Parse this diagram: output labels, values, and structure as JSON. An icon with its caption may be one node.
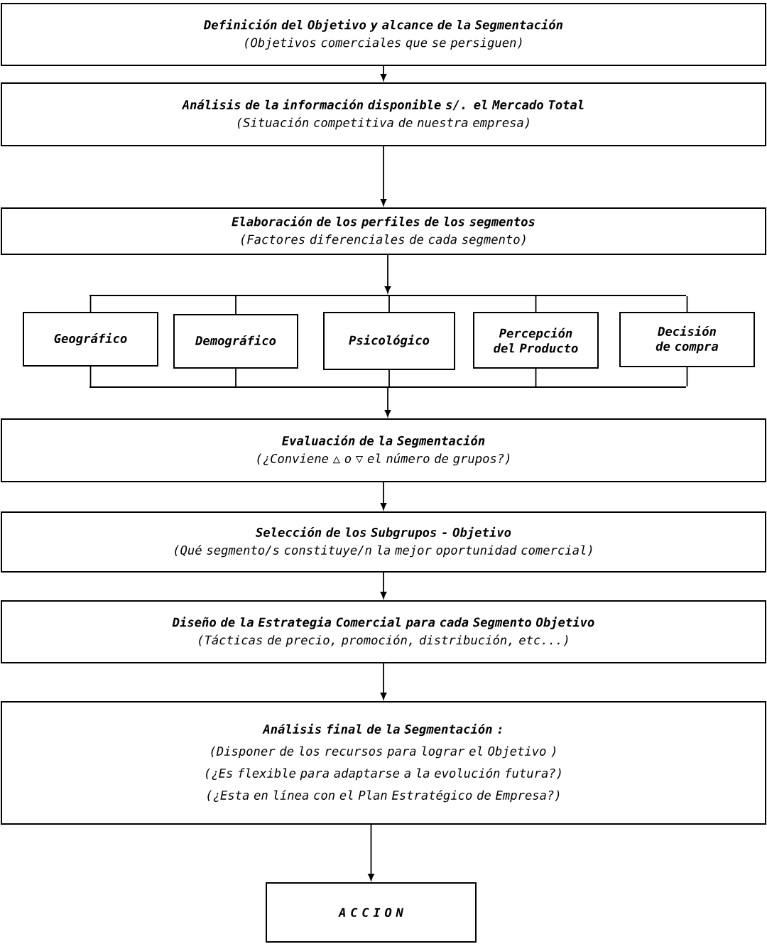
{
  "diagram": {
    "nodes": [
      {
        "text": [
          "Definición del Objetivo y alcance de la Segmentación",
          "(Objetivos comerciales que se persiguen)"
        ]
      },
      {
        "text": [
          "Análisis de la información disponible s/. el Mercado Total",
          "(Situación competitiva de nuestra empresa)"
        ]
      },
      {
        "text": [
          "Elaboración de los perfiles de los segmentos",
          "(Factores diferenciales de cada segmento)"
        ]
      },
      {
        "text": [],
        "shape": "bar"
      },
      {
        "text": [
          "Geográfico"
        ]
      },
      {
        "text": [
          "Demográfico"
        ]
      },
      {
        "text": [
          "Psicológico"
        ]
      },
      {
        "text": [
          "Percepción del Producto"
        ]
      },
      {
        "text": [
          "Decisión de compra"
        ]
      },
      {
        "text": [],
        "shape": "bar"
      },
      {
        "text": [
          "Evaluación de la Segmentación",
          "(¿Conviene △ o ▽ el número de grupos?)"
        ]
      },
      {
        "text": [
          "Selección de los Subgrupos - Objetivo",
          "(Qué segmento/s constituye/n la mejor oportunidad comercial)"
        ]
      },
      {
        "text": [
          "Diseño de la Estrategia Comercial para cada Segmento Objetivo",
          "(Tácticas de precio, promoción, distribución, etc...)"
        ]
      },
      {
        "text": [
          "Análisis final de la Segmentación :",
          "(Disponer de los recursos para lograr el Objetivo )",
          "(¿Es flexible para adaptarse a la evolución futura?)",
          "(¿Esta en línea con el Plan Estratégico de Empresa?)"
        ]
      },
      {
        "text": [
          "A C C I O N"
        ]
      }
    ],
    "edges": [
      {
        "from": 0,
        "to": 1,
        "arrow": "to"
      },
      {
        "from": 1,
        "to": 2,
        "arrow": "to"
      },
      {
        "from": 2,
        "to": 3,
        "arrow": "to"
      },
      {
        "from": 3,
        "to": 4,
        "arrow": "none"
      },
      {
        "from": 3,
        "to": 5,
        "arrow": "none"
      },
      {
        "from": 3,
        "to": 6,
        "arrow": "none"
      },
      {
        "from": 3,
        "to": 7,
        "arrow": "none"
      },
      {
        "from": 3,
        "to": 8,
        "arrow": "none"
      },
      {
        "from": 4,
        "to": 9,
        "arrow": "none"
      },
      {
        "from": 5,
        "to": 9,
        "arrow": "none"
      },
      {
        "from": 6,
        "to": 9,
        "arrow": "none"
      },
      {
        "from": 7,
        "to": 9,
        "arrow": "none"
      },
      {
        "from": 8,
        "to": 9,
        "arrow": "none"
      },
      {
        "from": 9,
        "to": 10,
        "arrow": "to"
      },
      {
        "from": 10,
        "to": 11,
        "arrow": "to"
      },
      {
        "from": 11,
        "to": 12,
        "arrow": "to"
      },
      {
        "from": 12,
        "to": 13,
        "arrow": "to"
      },
      {
        "from": 13,
        "to": 14,
        "arrow": "to"
      }
    ]
  }
}
